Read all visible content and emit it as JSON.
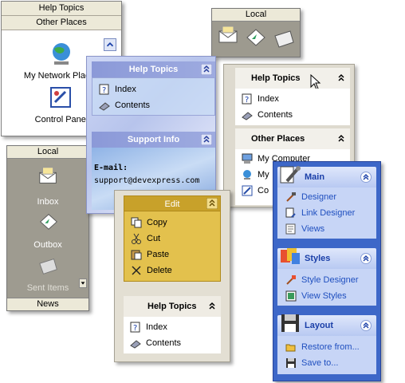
{
  "panel_a": {
    "header_top": "Help Topics",
    "header_second": "Other Places",
    "items": [
      {
        "label": "My Network Places",
        "icon": "network-places-icon"
      },
      {
        "label": "Control Panel",
        "icon": "control-panel-icon"
      }
    ]
  },
  "panel_b": {
    "header": "Local",
    "icons": [
      "inbox-icon",
      "outbox-icon",
      "sent-items-icon"
    ]
  },
  "panel_c": {
    "header": "Local",
    "items": [
      {
        "label": "Inbox",
        "icon": "inbox-icon"
      },
      {
        "label": "Outbox",
        "icon": "outbox-icon"
      },
      {
        "label": "Sent Items",
        "icon": "sent-items-icon"
      }
    ],
    "footer": "News"
  },
  "panel_d": {
    "groups": [
      {
        "title": "Help Topics",
        "items": [
          {
            "label": "Index",
            "icon": "help-index-icon"
          },
          {
            "label": "Contents",
            "icon": "book-icon"
          }
        ]
      },
      {
        "title": "Support Info",
        "email_label": "E-mail:",
        "email": "support@devexpress.com"
      }
    ]
  },
  "panel_e": {
    "groups": [
      {
        "title": "Help Topics",
        "items": [
          {
            "label": "Index"
          },
          {
            "label": "Contents"
          }
        ]
      },
      {
        "title": "Other Places",
        "items": [
          {
            "label": "My Computer"
          },
          {
            "label": "My"
          },
          {
            "label": "Co"
          }
        ]
      }
    ]
  },
  "panel_f": {
    "edit": {
      "title": "Edit",
      "items": [
        {
          "label": "Copy"
        },
        {
          "label": "Cut"
        },
        {
          "label": "Paste"
        },
        {
          "label": "Delete"
        }
      ]
    },
    "help": {
      "title": "Help Topics",
      "items": [
        {
          "label": "Index"
        },
        {
          "label": "Contents"
        }
      ]
    }
  },
  "panel_g": {
    "groups": [
      {
        "title": "Main",
        "items": [
          {
            "label": "Designer"
          },
          {
            "label": "Link Designer"
          },
          {
            "label": "Views"
          }
        ]
      },
      {
        "title": "Styles",
        "items": [
          {
            "label": "Style Designer"
          },
          {
            "label": "View Styles"
          }
        ]
      },
      {
        "title": "Layout",
        "items": [
          {
            "label": "Restore from..."
          },
          {
            "label": "Save to..."
          }
        ]
      }
    ]
  },
  "colors": {
    "classic_header": "#ece9d8",
    "blue_accent": "#3d67c8",
    "edit_yellow": "#e3c14d",
    "link_blue": "#1f4fbf"
  }
}
